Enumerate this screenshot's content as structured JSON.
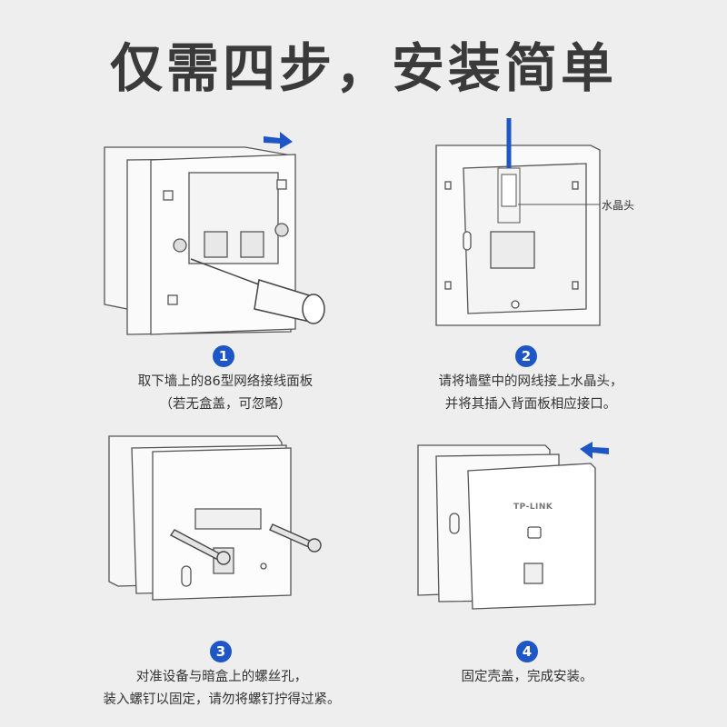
{
  "title": "仅需四步，安装简单",
  "accent_color": "#1f56c6",
  "steps": [
    {
      "number": "1",
      "line1": "取下墙上的86型网络接线面板",
      "line2": "（若无盒盖，可忽略）"
    },
    {
      "number": "2",
      "line1": "请将墙壁中的网线接上水晶头，",
      "line2": "并将其插入背面板相应接口。",
      "callout": "水晶头"
    },
    {
      "number": "3",
      "line1": "对准设备与暗盒上的螺丝孔，",
      "line2": "装入螺钉以固定，请勿将螺钉拧得过紧。"
    },
    {
      "number": "4",
      "line1": "固定壳盖，完成安装。",
      "line2": "",
      "brand": "TP-LINK"
    }
  ]
}
